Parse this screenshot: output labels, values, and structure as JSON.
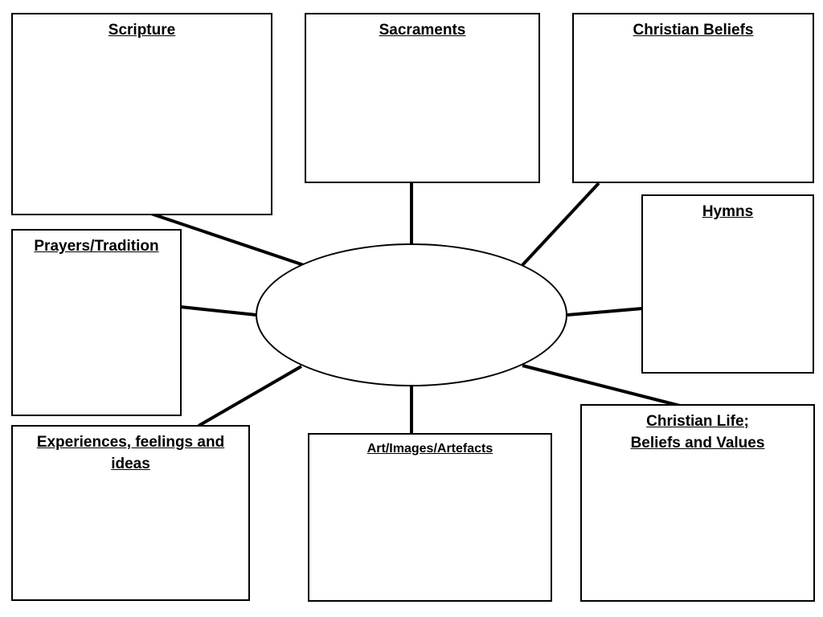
{
  "boxes": {
    "scripture": "Scripture",
    "sacraments": "Sacraments",
    "christian_beliefs": "Christian Beliefs",
    "hymns": "Hymns",
    "prayers_tradition": "Prayers/Tradition",
    "christian_life": "Christian Life;\nBeliefs and Values",
    "art_images_artefacts": "Art/Images/Artefacts",
    "experiences": "Experiences, feelings and ideas"
  },
  "center": ""
}
